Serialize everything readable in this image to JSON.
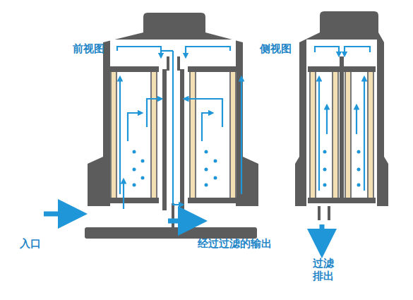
{
  "diagram": {
    "labels": [
      "前视图",
      "侧视图",
      "入口",
      "经过过滤的输出",
      "过滤 排出"
    ]
  }
}
